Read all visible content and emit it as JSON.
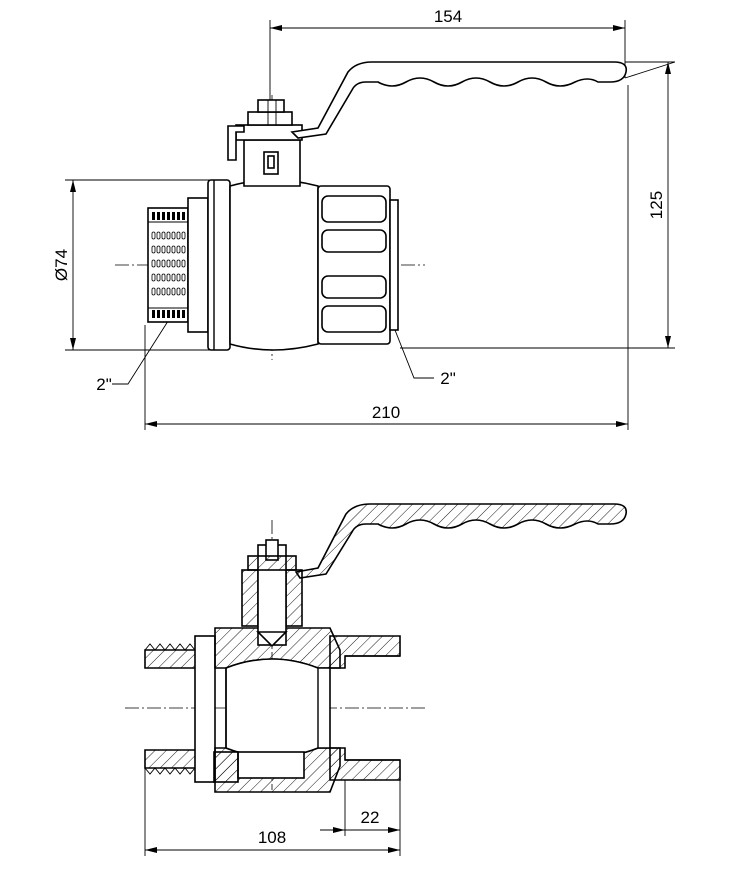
{
  "front_view": {
    "dim_length_top": "154",
    "dim_height": "125",
    "dim_diameter": "Ø74",
    "thread_left": "2\"",
    "thread_right": "2\"",
    "dim_total_length": "210"
  },
  "section_view": {
    "dim_length": "108",
    "dim_thread_depth": "22"
  }
}
